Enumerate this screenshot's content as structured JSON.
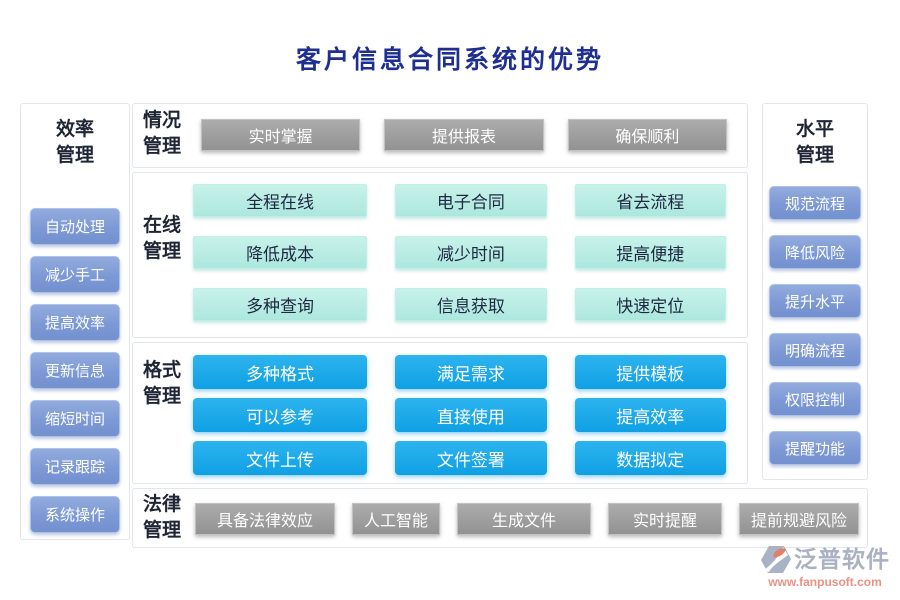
{
  "title": "客户信息合同系统的优势",
  "left_panel": {
    "title": "效率管理",
    "items": [
      "自动处理",
      "减少手工",
      "提高效率",
      "更新信息",
      "缩短时间",
      "记录跟踪",
      "系统操作"
    ]
  },
  "right_panel": {
    "title": "水平管理",
    "items": [
      "规范流程",
      "降低风险",
      "提升水平",
      "明确流程",
      "权限控制",
      "提醒功能"
    ]
  },
  "sections": [
    {
      "label": "情况管理",
      "rows": [
        [
          "实时掌握",
          "提供报表",
          "确保顺利"
        ]
      ]
    },
    {
      "label": "在线管理",
      "rows": [
        [
          "全程在线",
          "电子合同",
          "省去流程"
        ],
        [
          "降低成本",
          "减少时间",
          "提高便捷"
        ],
        [
          "多种查询",
          "信息获取",
          "快速定位"
        ]
      ]
    },
    {
      "label": "格式管理",
      "rows": [
        [
          "多种格式",
          "满足需求",
          "提供模板"
        ],
        [
          "可以参考",
          "直接使用",
          "提高效率"
        ],
        [
          "文件上传",
          "文件签署",
          "数据拟定"
        ]
      ]
    },
    {
      "label": "法律管理",
      "rows": [
        [
          "具备法律效应",
          "人工智能",
          "生成文件",
          "实时提醒",
          "提前规避风险"
        ]
      ]
    }
  ],
  "footer": {
    "brand": "泛普软件",
    "url": "www.fanpusoft.com"
  },
  "colors": {
    "title_navy": "#1e2f91",
    "label_dark": "#1f2534",
    "periwinkle_button": "#7d99d5",
    "teal_button": "#aee8df",
    "blue_button": "#17a5e8",
    "gray_button": "#9b9b9b",
    "panel_border": "#e2e5ec",
    "brand_gray": "#a9b1c2",
    "url_salmon": "#ea9184"
  }
}
